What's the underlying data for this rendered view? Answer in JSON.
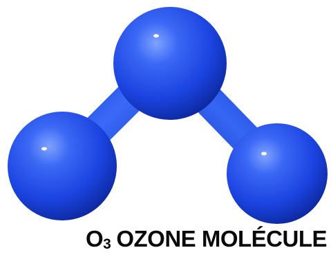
{
  "caption": {
    "formula_symbol": "O",
    "formula_subscript": "3",
    "name": "OZONE MOLÉCULE"
  },
  "colors": {
    "atom": "#1f4de8",
    "atom_highlight": "#8fb2ff",
    "atom_shadow": "#0a1f8c",
    "bond": "#2a5cf0",
    "caption_text": "#0a0a0a"
  },
  "illustration": {
    "subject": "ozone molecule",
    "atoms": [
      "oxygen-top",
      "oxygen-left",
      "oxygen-right"
    ]
  }
}
